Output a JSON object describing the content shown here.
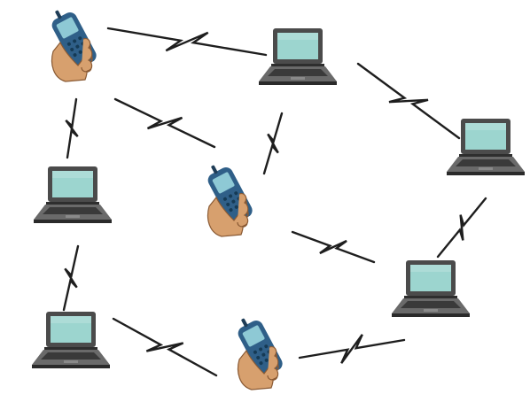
{
  "diagram": {
    "kind": "mesh-network",
    "background_color": "#ffffff",
    "link_color": "#1e1e1e",
    "palette": {
      "laptop_body": "#4b4b4b",
      "laptop_screen": "#9cd5cf",
      "phone_body": "#2f5f88",
      "phone_screen": "#8ec9d5",
      "hand": "#d7a06e"
    },
    "nodes": [
      {
        "id": "phone-top-left",
        "icon": "phone-in-hand-icon"
      },
      {
        "id": "laptop-top-center",
        "icon": "laptop-icon"
      },
      {
        "id": "laptop-right",
        "icon": "laptop-icon"
      },
      {
        "id": "laptop-left",
        "icon": "laptop-icon"
      },
      {
        "id": "phone-center",
        "icon": "phone-in-hand-icon"
      },
      {
        "id": "laptop-bottom-right",
        "icon": "laptop-icon"
      },
      {
        "id": "laptop-bottom-left",
        "icon": "laptop-icon"
      },
      {
        "id": "phone-bottom-center",
        "icon": "phone-in-hand-icon"
      }
    ],
    "links": [
      {
        "from": "phone-top-left",
        "to": "laptop-top-center"
      },
      {
        "from": "phone-top-left",
        "to": "phone-center"
      },
      {
        "from": "phone-top-left",
        "to": "laptop-left"
      },
      {
        "from": "laptop-top-center",
        "to": "phone-center"
      },
      {
        "from": "laptop-top-center",
        "to": "laptop-right"
      },
      {
        "from": "laptop-right",
        "to": "laptop-bottom-right"
      },
      {
        "from": "phone-center",
        "to": "laptop-bottom-right"
      },
      {
        "from": "laptop-left",
        "to": "laptop-bottom-left"
      },
      {
        "from": "laptop-bottom-left",
        "to": "phone-bottom-center"
      },
      {
        "from": "phone-bottom-center",
        "to": "laptop-bottom-right"
      }
    ]
  }
}
